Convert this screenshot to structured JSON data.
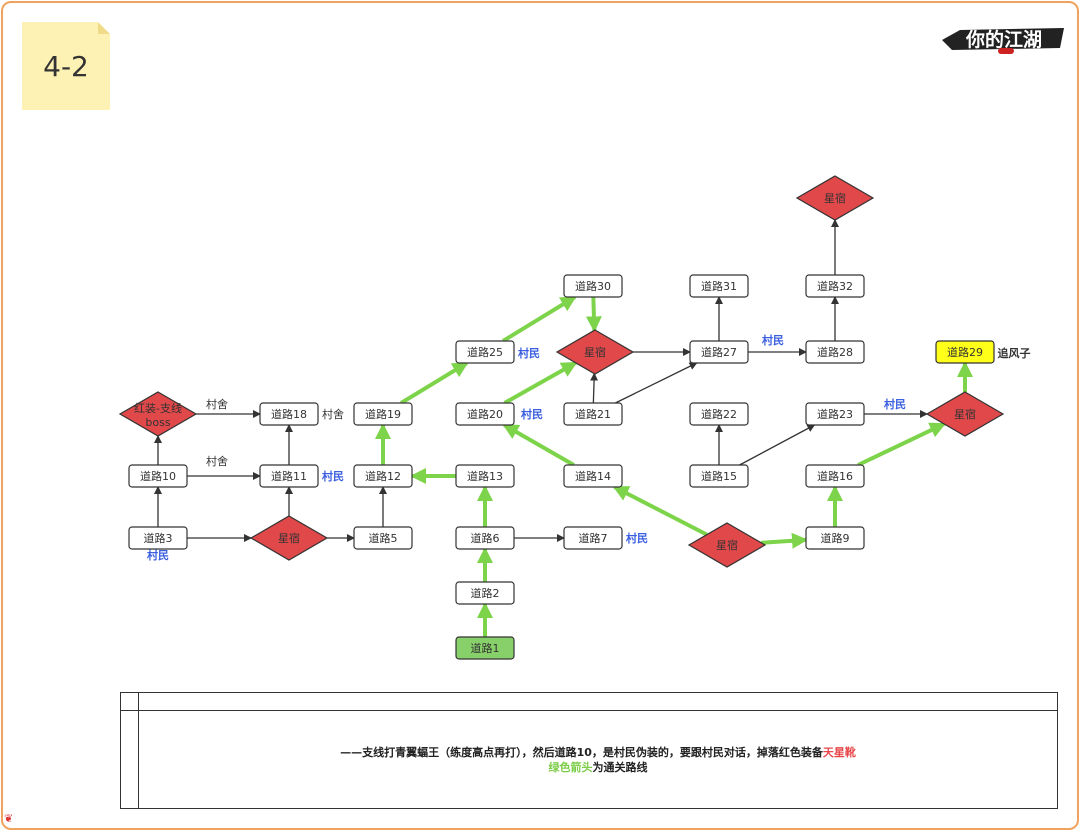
{
  "sticky_label": "4-2",
  "logo_text": "你的江湖",
  "nodes": {
    "r1": "道路1",
    "r2": "道路2",
    "r3": "道路3",
    "r5": "道路5",
    "r6": "道路6",
    "r7": "道路7",
    "r9": "道路9",
    "r10": "道路10",
    "r11": "道路11",
    "r12": "道路12",
    "r13": "道路13",
    "r14": "道路14",
    "r15": "道路15",
    "r16": "道路16",
    "r18": "道路18",
    "r19": "道路19",
    "r20": "道路20",
    "r21": "道路21",
    "r22": "道路22",
    "r23": "道路23",
    "r25": "道路25",
    "r27": "道路27",
    "r28": "道路28",
    "r29": "道路29",
    "r30": "道路30",
    "r31": "道路31",
    "r32": "道路32",
    "sA": "星宿",
    "sB": "星宿",
    "sC": "星宿",
    "sD": "星宿",
    "sE": "星宿",
    "boss_line1": "红装-支线",
    "boss_line2": "boss"
  },
  "labels": {
    "villager": "村民",
    "cottage": "村舍",
    "zhuifengzi": "追风子"
  },
  "note": {
    "line1_main": "——支线打青翼蝠王（练度高点再打），然后道路10，是村民伪装的，要跟村民对话，掉落红色装备",
    "line1_red": "天星靴",
    "line2_green": "绿色箭头",
    "line2_main": "为通关路线"
  },
  "colors": {
    "route": "#7dd44a",
    "diamond": "#e0484a",
    "start": "#88d06a",
    "goal": "#ffff1a",
    "villager": "#3b5fe0"
  }
}
